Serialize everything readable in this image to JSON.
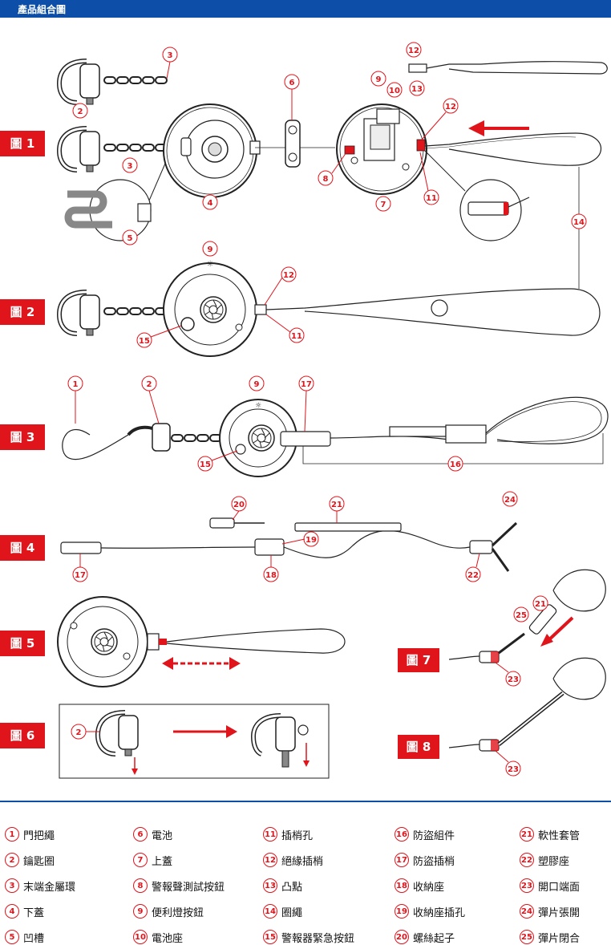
{
  "header": {
    "title": "產品組合圖"
  },
  "figures": [
    {
      "id": "1",
      "label": "圖 1"
    },
    {
      "id": "2",
      "label": "圖 2"
    },
    {
      "id": "3",
      "label": "圖 3"
    },
    {
      "id": "4",
      "label": "圖 4"
    },
    {
      "id": "5",
      "label": "圖 5"
    },
    {
      "id": "6",
      "label": "圖 6"
    },
    {
      "id": "7",
      "label": "圖 7"
    },
    {
      "id": "8",
      "label": "圖 8"
    }
  ],
  "legend": [
    {
      "num": "1",
      "text": "門把繩"
    },
    {
      "num": "2",
      "text": "鑰匙圈"
    },
    {
      "num": "3",
      "text": "末端金屬環"
    },
    {
      "num": "4",
      "text": "下蓋"
    },
    {
      "num": "5",
      "text": "凹槽"
    },
    {
      "num": "6",
      "text": "電池"
    },
    {
      "num": "7",
      "text": "上蓋"
    },
    {
      "num": "8",
      "text": "警報聲測試按鈕"
    },
    {
      "num": "9",
      "text": "便利燈按鈕"
    },
    {
      "num": "10",
      "text": "電池座"
    },
    {
      "num": "11",
      "text": "插梢孔"
    },
    {
      "num": "12",
      "text": "絕緣插梢"
    },
    {
      "num": "13",
      "text": "凸點"
    },
    {
      "num": "14",
      "text": "圈繩"
    },
    {
      "num": "15",
      "text": "警報器緊急按鈕"
    },
    {
      "num": "16",
      "text": "防盜組件"
    },
    {
      "num": "17",
      "text": "防盜插梢"
    },
    {
      "num": "18",
      "text": "收納座"
    },
    {
      "num": "19",
      "text": "收納座插孔"
    },
    {
      "num": "20",
      "text": "螺絲起子"
    },
    {
      "num": "21",
      "text": "軟性套管"
    },
    {
      "num": "22",
      "text": "塑膠座"
    },
    {
      "num": "23",
      "text": "開口端面"
    },
    {
      "num": "24",
      "text": "彈片張開"
    },
    {
      "num": "25",
      "text": "彈片閉合"
    }
  ],
  "colors": {
    "brand_blue": "#0d4fa8",
    "accent_red": "#e0141b",
    "line_dark": "#222222"
  }
}
